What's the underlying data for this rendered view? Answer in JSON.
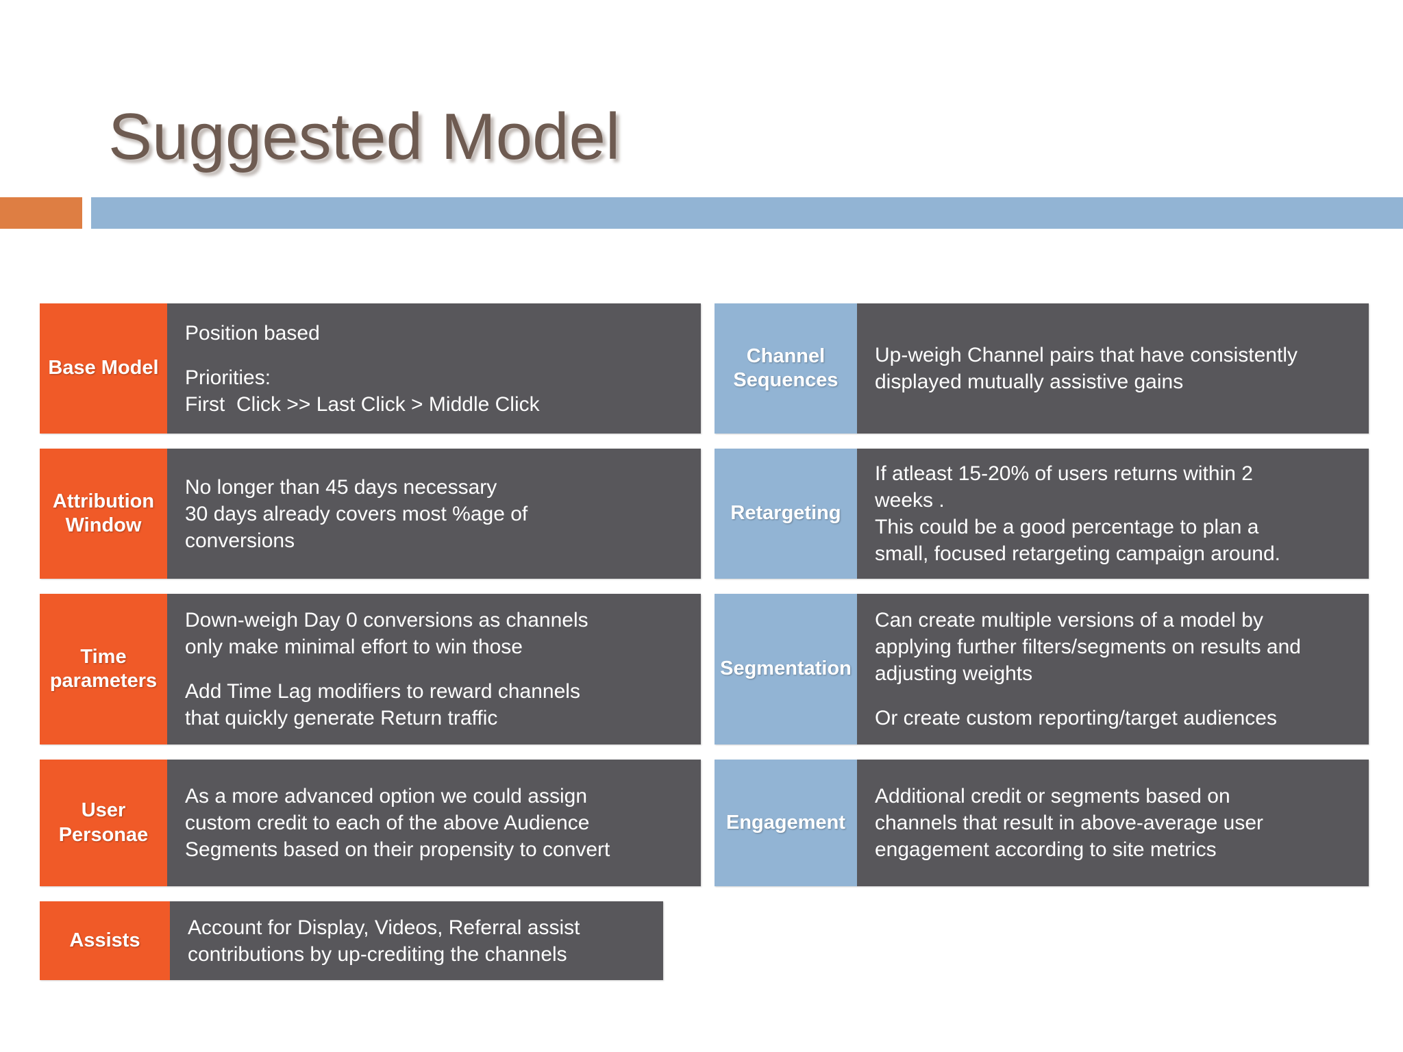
{
  "slide": {
    "title": "Suggested Model",
    "title_color": "#6E5B51",
    "accent_orange": "#F05A28",
    "accent_blue": "#92B4D4",
    "divider_block_color": "#DE7E43",
    "body_panel_color": "#58575B",
    "body_text_color": "#FFFFFF"
  },
  "left_column": {
    "cards": [
      {
        "label": "Base Model",
        "lines": [
          "Position based",
          "",
          "Priorities:",
          "First  Click >> Last Click > Middle Click"
        ]
      },
      {
        "label": "Attribution\nWindow",
        "lines": [
          "No longer than 45 days necessary",
          "30 days already covers most %age of",
          "conversions"
        ]
      },
      {
        "label": "Time\nparameters",
        "lines": [
          "Down-weigh Day 0 conversions as channels",
          "only make minimal effort to win those",
          "",
          "Add Time Lag modifiers to reward channels",
          "that quickly generate Return traffic"
        ]
      },
      {
        "label": "User\nPersonae",
        "lines": [
          "As a more advanced option we could assign",
          "custom credit to each of the above Audience",
          "Segments based on their propensity to convert"
        ]
      },
      {
        "label": "Assists",
        "lines": [
          "Account for Display, Videos, Referral assist",
          "contributions by up-crediting the channels"
        ]
      }
    ]
  },
  "right_column": {
    "cards": [
      {
        "label": "Channel\nSequences",
        "lines": [
          "Up-weigh Channel pairs that have consistently",
          "displayed mutually assistive gains"
        ]
      },
      {
        "label": "Retargeting",
        "lines": [
          "If atleast 15-20% of users returns within 2",
          "weeks .",
          "This could be a good percentage to plan a",
          "small, focused retargeting campaign around."
        ]
      },
      {
        "label": "Segmentation",
        "lines": [
          "Can create multiple versions of a model by",
          "applying further filters/segments on results and",
          "adjusting weights",
          "",
          "Or create custom reporting/target audiences"
        ]
      },
      {
        "label": "Engagement",
        "lines": [
          "Additional credit or segments based on",
          "channels that result in above-average user",
          "engagement according to site metrics"
        ]
      }
    ]
  }
}
